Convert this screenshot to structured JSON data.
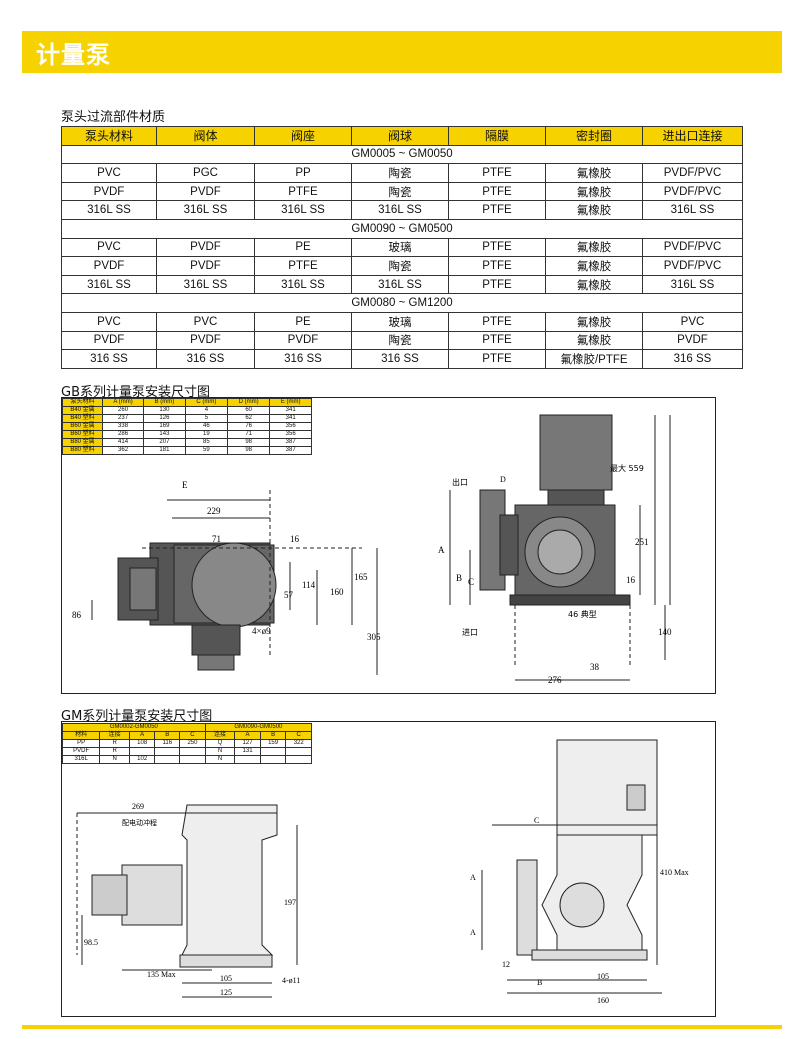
{
  "header": {
    "title": "计量泵"
  },
  "materials": {
    "title": "泵头过流部件材质",
    "columns": [
      "泵头材料",
      "阀体",
      "阀座",
      "阀球",
      "隔膜",
      "密封圈",
      "进出口连接"
    ],
    "groups": [
      {
        "label": "GM0005 ~ GM0050",
        "rows": [
          [
            "PVC",
            "PGC",
            "PP",
            "陶瓷",
            "PTFE",
            "氟橡胶",
            "PVDF/PVC"
          ],
          [
            "PVDF",
            "PVDF",
            "PTFE",
            "陶瓷",
            "PTFE",
            "氟橡胶",
            "PVDF/PVC"
          ],
          [
            "316L SS",
            "316L SS",
            "316L SS",
            "316L SS",
            "PTFE",
            "氟橡胶",
            "316L SS"
          ]
        ]
      },
      {
        "label": "GM0090 ~ GM0500",
        "rows": [
          [
            "PVC",
            "PVDF",
            "PE",
            "玻璃",
            "PTFE",
            "氟橡胶",
            "PVDF/PVC"
          ],
          [
            "PVDF",
            "PVDF",
            "PTFE",
            "陶瓷",
            "PTFE",
            "氟橡胶",
            "PVDF/PVC"
          ],
          [
            "316L SS",
            "316L SS",
            "316L SS",
            "316L SS",
            "PTFE",
            "氟橡胶",
            "316L SS"
          ]
        ]
      },
      {
        "label": "GM0080 ~ GM1200",
        "rows": [
          [
            "PVC",
            "PVC",
            "PE",
            "玻璃",
            "PTFE",
            "氟橡胶",
            "PVC"
          ],
          [
            "PVDF",
            "PVDF",
            "PVDF",
            "陶瓷",
            "PTFE",
            "氟橡胶",
            "PVDF"
          ],
          [
            "316 SS",
            "316 SS",
            "316 SS",
            "316 SS",
            "PTFE",
            "氟橡胶/PTFE",
            "316 SS"
          ]
        ]
      }
    ]
  },
  "gb": {
    "title": "GB系列计量泵安装尺寸图",
    "table": {
      "headers": [
        "泵头材料",
        "A\n(mm)",
        "B\n(mm)",
        "C\n(mm)",
        "D\n(mm)",
        "E\n(mm)"
      ],
      "rows": [
        [
          "B40 金属",
          "260",
          "130",
          "4",
          "60",
          "341"
        ],
        [
          "B40 塑料",
          "237",
          "126",
          "5",
          "62",
          "341"
        ],
        [
          "B60 金属",
          "338",
          "169",
          "46",
          "76",
          "356"
        ],
        [
          "B60 塑料",
          "286",
          "143",
          "19",
          "71",
          "356"
        ],
        [
          "B80 金属",
          "414",
          "207",
          "85",
          "98",
          "387"
        ],
        [
          "B80 塑料",
          "362",
          "181",
          "59",
          "98",
          "387"
        ]
      ]
    },
    "left_labels": {
      "E": "E",
      "d229": "229",
      "d71": "71",
      "d16": "16",
      "d114": "114",
      "d57": "57",
      "d160": "160",
      "d165": "165",
      "d86": "86",
      "d305": "305",
      "holes": "4×ø9"
    },
    "right_labels": {
      "outlet": "出口",
      "D": "D",
      "A": "A",
      "B": "B",
      "C": "C",
      "inlet": "进口",
      "max559": "最大 559",
      "d251": "251",
      "d16": "16",
      "d46": "46 典型",
      "d140": "140",
      "d38": "38",
      "d276": "276"
    }
  },
  "gm": {
    "title": "GM系列计量泵安装尺寸图",
    "table": {
      "group1": "GM0002-GM0050",
      "group2": "GM0090-GM0500",
      "headers": [
        "材料",
        "连接",
        "A",
        "B",
        "C",
        "连接",
        "A",
        "B",
        "C"
      ],
      "r1": [
        "PP",
        "R",
        "108",
        "116",
        "250",
        "Q",
        "127",
        "159",
        "322"
      ],
      "r2": [
        "PVDF",
        "R",
        "",
        "",
        "",
        "N",
        "131",
        "",
        ""
      ],
      "r3": [
        "316L",
        "N",
        "102",
        "",
        "",
        "N",
        "",
        "",
        ""
      ]
    },
    "left_labels": {
      "d269": "269",
      "note": "配电动冲程",
      "d197": "197",
      "d98": "98.5",
      "d135": "135 Max",
      "d105": "105",
      "d125": "125",
      "holes": "4-ø11"
    },
    "right_labels": {
      "C": "C",
      "A1": "A",
      "A2": "A",
      "max410": "410 Max",
      "d12": "12",
      "B": "B",
      "d105": "105",
      "d160": "160"
    }
  }
}
